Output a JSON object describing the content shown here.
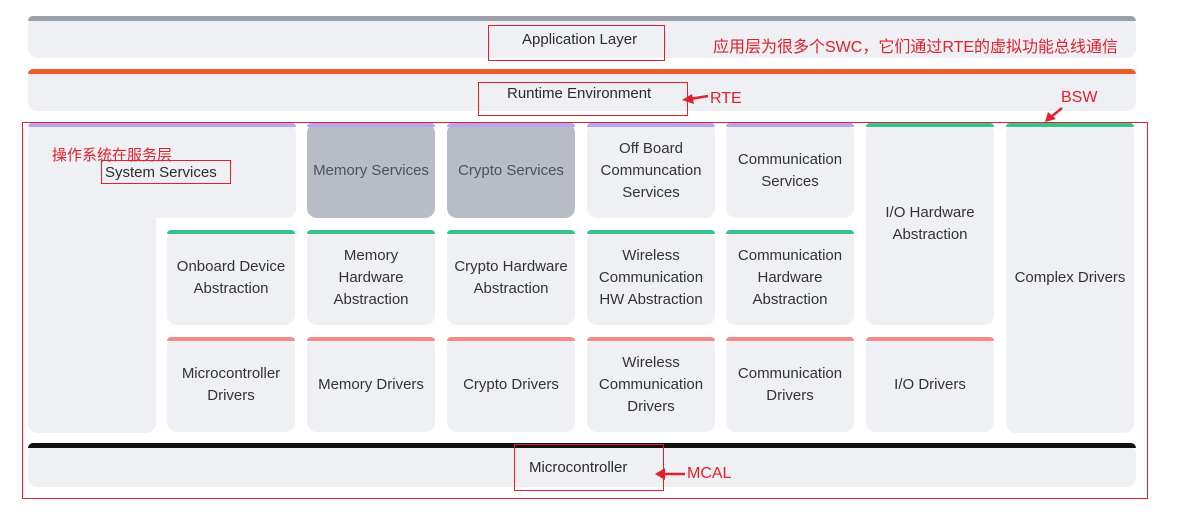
{
  "layers": {
    "application": "Application Layer",
    "rte": "Runtime Environment",
    "microcontroller": "Microcontroller"
  },
  "services_row": {
    "system_services": "System Services",
    "memory_services": "Memory Services",
    "crypto_services": "Crypto Services",
    "offboard_services": "Off Board Communcation Services",
    "communication_services": "Communication Services"
  },
  "abstraction_row": {
    "onboard_device": "Onboard Device Abstraction",
    "memory_hw": "Memory Hardware Abstraction",
    "crypto_hw": "Crypto Hardware Abstraction",
    "wireless_hw": "Wireless Communication HW Abstraction",
    "communication_hw": "Communication Hardware Abstraction"
  },
  "drivers_row": {
    "microcontroller_drivers": "Microcontroller Drivers",
    "memory_drivers": "Memory Drivers",
    "crypto_drivers": "Crypto Drivers",
    "wireless_drivers": "Wireless Communication Drivers",
    "communication_drivers": "Communication Drivers",
    "io_drivers": "I/O Drivers"
  },
  "side_columns": {
    "io_hw_abstraction": "I/O Hardware Abstraction",
    "complex_drivers": "Complex Drivers"
  },
  "annotations": {
    "app_note": "应用层为很多个SWC，它们通过RTE的虚拟功能总线通信",
    "rte": "RTE",
    "bsw": "BSW",
    "os_service_layer": "操作系统在服务层",
    "mcal": "MCAL"
  },
  "colors": {
    "app_line": "#9aa0aa",
    "rte_line": "#f05a28",
    "services_line": "#b4a6f0",
    "abstraction_line": "#33c48a",
    "drivers_line": "#f58a8a",
    "mcu_line": "#111111",
    "annotation": "#e0202c",
    "tile_bg": "#eef0f3",
    "dark_tile_bg": "#b8bcc4"
  }
}
